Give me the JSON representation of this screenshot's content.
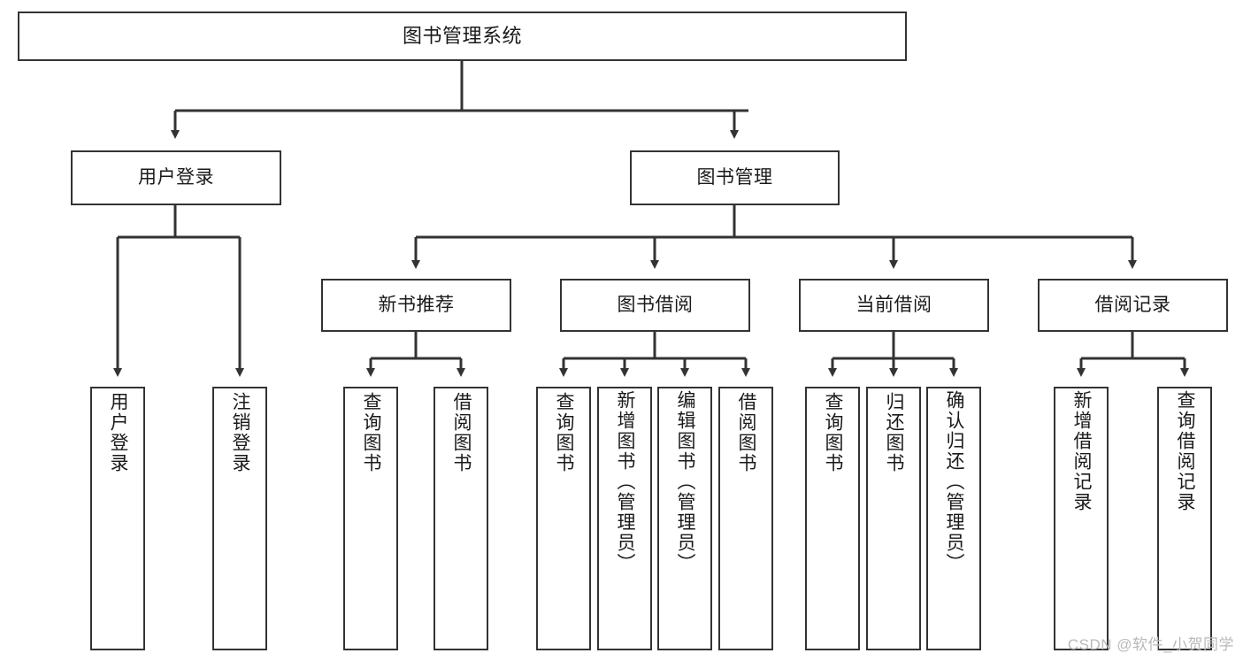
{
  "diagram": {
    "title": "图书管理系统",
    "type": "hierarchy-tree",
    "root": {
      "id": "root",
      "label": "图书管理系统"
    },
    "level1": [
      {
        "id": "user-login",
        "label": "用户登录"
      },
      {
        "id": "book-manage",
        "label": "图书管理"
      }
    ],
    "level2": [
      {
        "id": "new-book-recommend",
        "label": "新书推荐",
        "parent": "book-manage"
      },
      {
        "id": "book-borrow",
        "label": "图书借阅",
        "parent": "book-manage"
      },
      {
        "id": "current-borrow",
        "label": "当前借阅",
        "parent": "book-manage"
      },
      {
        "id": "borrow-record",
        "label": "借阅记录",
        "parent": "book-manage"
      }
    ],
    "leaves": [
      {
        "id": "leaf-user-login",
        "label": "用户登录",
        "parent": "user-login"
      },
      {
        "id": "leaf-logout-login",
        "label": "注销登录",
        "parent": "user-login"
      },
      {
        "id": "leaf-query-book-1",
        "label": "查询图书",
        "parent": "new-book-recommend"
      },
      {
        "id": "leaf-borrow-book-1",
        "label": "借阅图书",
        "parent": "new-book-recommend"
      },
      {
        "id": "leaf-query-book-2",
        "label": "查询图书",
        "parent": "book-borrow"
      },
      {
        "id": "leaf-add-book",
        "label": "新增图书（管理员）",
        "parent": "book-borrow"
      },
      {
        "id": "leaf-edit-book",
        "label": "编辑图书（管理员）",
        "parent": "book-borrow"
      },
      {
        "id": "leaf-borrow-book-2",
        "label": "借阅图书",
        "parent": "book-borrow"
      },
      {
        "id": "leaf-query-book-3",
        "label": "查询图书",
        "parent": "current-borrow"
      },
      {
        "id": "leaf-return-book",
        "label": "归还图书",
        "parent": "current-borrow"
      },
      {
        "id": "leaf-confirm-return",
        "label": "确认归还（管理员）",
        "parent": "current-borrow"
      },
      {
        "id": "leaf-add-record",
        "label": "新增借阅记录",
        "parent": "borrow-record"
      },
      {
        "id": "leaf-query-record",
        "label": "查询借阅记录",
        "parent": "borrow-record"
      }
    ],
    "colors": {
      "box_border": "#333333",
      "box_fill": "#ffffff",
      "connector": "#333333",
      "text": "#1a1a1a",
      "watermark": "#b9b9b9"
    }
  },
  "watermark": {
    "text": "CSDN @软件_小贺同学"
  }
}
